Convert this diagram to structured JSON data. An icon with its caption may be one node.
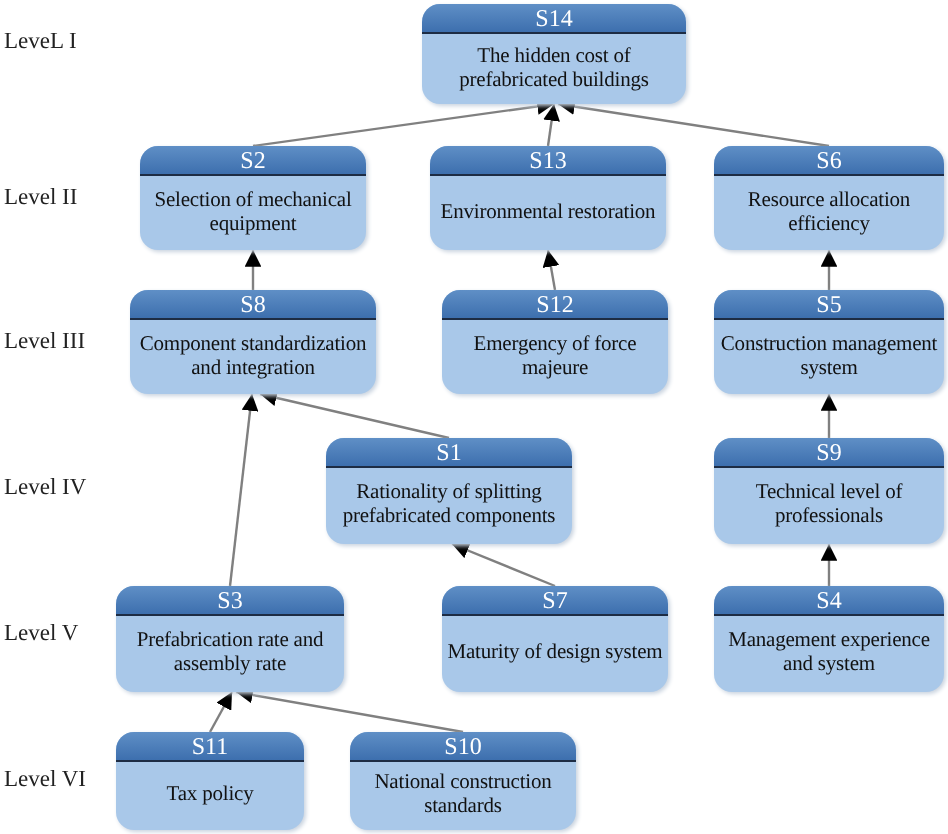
{
  "diagram": {
    "nodes": [
      {
        "text": [
          "S14",
          "The hidden cost of prefabricated buildings"
        ]
      },
      {
        "text": [
          "S2",
          "Selection of mechanical equipment"
        ]
      },
      {
        "text": [
          "S13",
          "Environmental restoration"
        ]
      },
      {
        "text": [
          "S6",
          "Resource allocation efficiency"
        ]
      },
      {
        "text": [
          "S8",
          "Component standardization and integration"
        ]
      },
      {
        "text": [
          "S12",
          "Emergency of force majeure"
        ]
      },
      {
        "text": [
          "S5",
          "Construction management system"
        ]
      },
      {
        "text": [
          "S1",
          "Rationality of splitting prefabricated components"
        ]
      },
      {
        "text": [
          "S9",
          "Technical level of professionals"
        ]
      },
      {
        "text": [
          "S3",
          "Prefabrication rate and assembly rate"
        ]
      },
      {
        "text": [
          "S7",
          "Maturity of design system"
        ]
      },
      {
        "text": [
          "S4",
          "Management experience and system"
        ]
      },
      {
        "text": [
          "S11",
          "Tax policy"
        ]
      },
      {
        "text": [
          "S10",
          "National construction standards"
        ]
      }
    ],
    "edges": [
      {
        "from": 1,
        "to": 0,
        "arrow": "to"
      },
      {
        "from": 2,
        "to": 0,
        "arrow": "to"
      },
      {
        "from": 3,
        "to": 0,
        "arrow": "to"
      },
      {
        "from": 4,
        "to": 1,
        "arrow": "to"
      },
      {
        "from": 5,
        "to": 2,
        "arrow": "to"
      },
      {
        "from": 6,
        "to": 3,
        "arrow": "to"
      },
      {
        "from": 7,
        "to": 4,
        "arrow": "to"
      },
      {
        "from": 8,
        "to": 6,
        "arrow": "to"
      },
      {
        "from": 9,
        "to": 4,
        "arrow": "to"
      },
      {
        "from": 10,
        "to": 7,
        "arrow": "to"
      },
      {
        "from": 11,
        "to": 8,
        "arrow": "to"
      },
      {
        "from": 12,
        "to": 9,
        "arrow": "to"
      },
      {
        "from": 13,
        "to": 9,
        "arrow": "to"
      }
    ],
    "labels": [
      "LeveL I",
      "Level II",
      "Level III",
      "Level IV",
      "Level V",
      "Level VI"
    ]
  }
}
